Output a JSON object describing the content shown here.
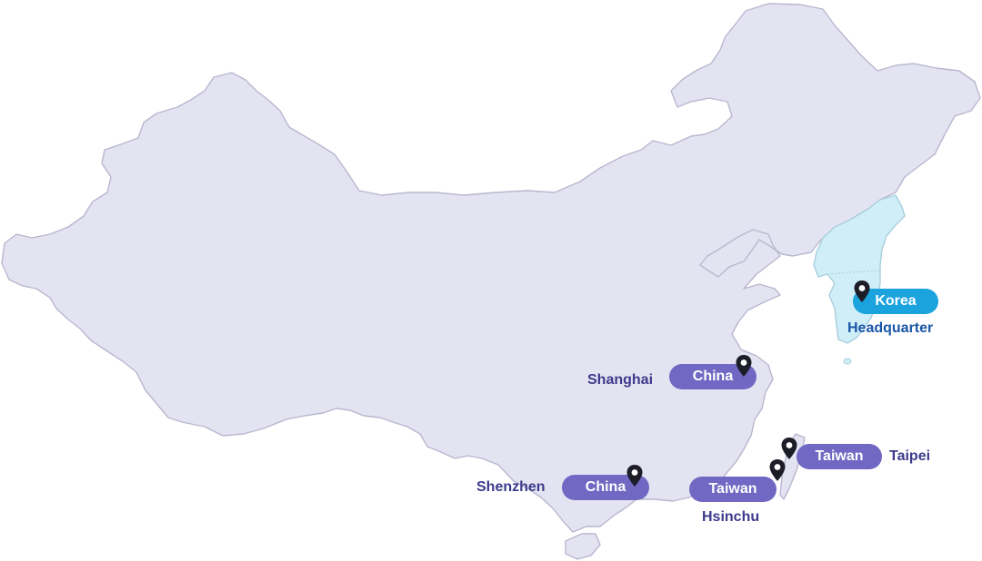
{
  "map": {
    "colors": {
      "china_fill": "#e4e3f1",
      "korea_fill": "#cfeef7",
      "border": "#b9b7cf",
      "china_badge": "#7068c2",
      "korea_badge": "#1ba3de",
      "city_text": "#3d3a8c",
      "hq_text": "#1a56a8",
      "pin": "#1d1d28"
    },
    "locations": [
      {
        "id": "korea",
        "badge": "Korea",
        "city": "Headquarter",
        "icon": "map-pin-icon"
      },
      {
        "id": "shanghai",
        "badge": "China",
        "city": "Shanghai",
        "icon": "map-pin-icon"
      },
      {
        "id": "shenzhen",
        "badge": "China",
        "city": "Shenzhen",
        "icon": "map-pin-icon"
      },
      {
        "id": "taipei",
        "badge": "Taiwan",
        "city": "Taipei",
        "icon": "map-pin-icon"
      },
      {
        "id": "hsinchu",
        "badge": "Taiwan",
        "city": "Hsinchu",
        "icon": "map-pin-icon"
      }
    ]
  }
}
